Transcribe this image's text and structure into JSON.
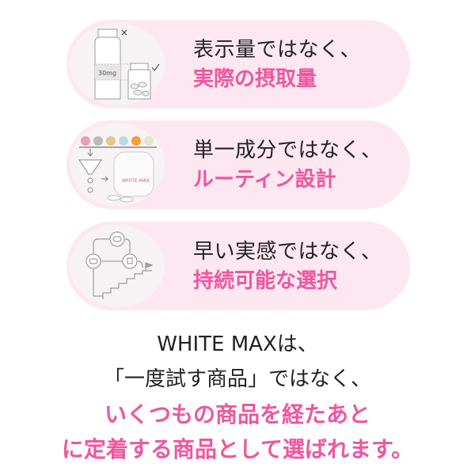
{
  "cards": [
    {
      "icon": "bottle-comparison-icon",
      "line1": "表示量ではなく、",
      "line2": "実際の摂取量",
      "illustration_label": "30mg"
    },
    {
      "icon": "ingredients-funnel-icon",
      "line1": "単一成分ではなく、",
      "line2": "ルーティン設計",
      "illustration_label": "WHITE MAX"
    },
    {
      "icon": "cycle-stairs-icon",
      "line1": "早い実感ではなく、",
      "line2": "持続可能な選択"
    }
  ],
  "conclusion": {
    "line1": "WHITE MAXは、",
    "line2": "「一度試す商品」ではなく、",
    "line3": "いくつもの商品を経たあと",
    "line4": "に定着する商品として選ばれます。"
  },
  "colors": {
    "accent_pink": "#ef569e",
    "pill_bg": "#fde8f1",
    "text_dark": "#222222"
  }
}
